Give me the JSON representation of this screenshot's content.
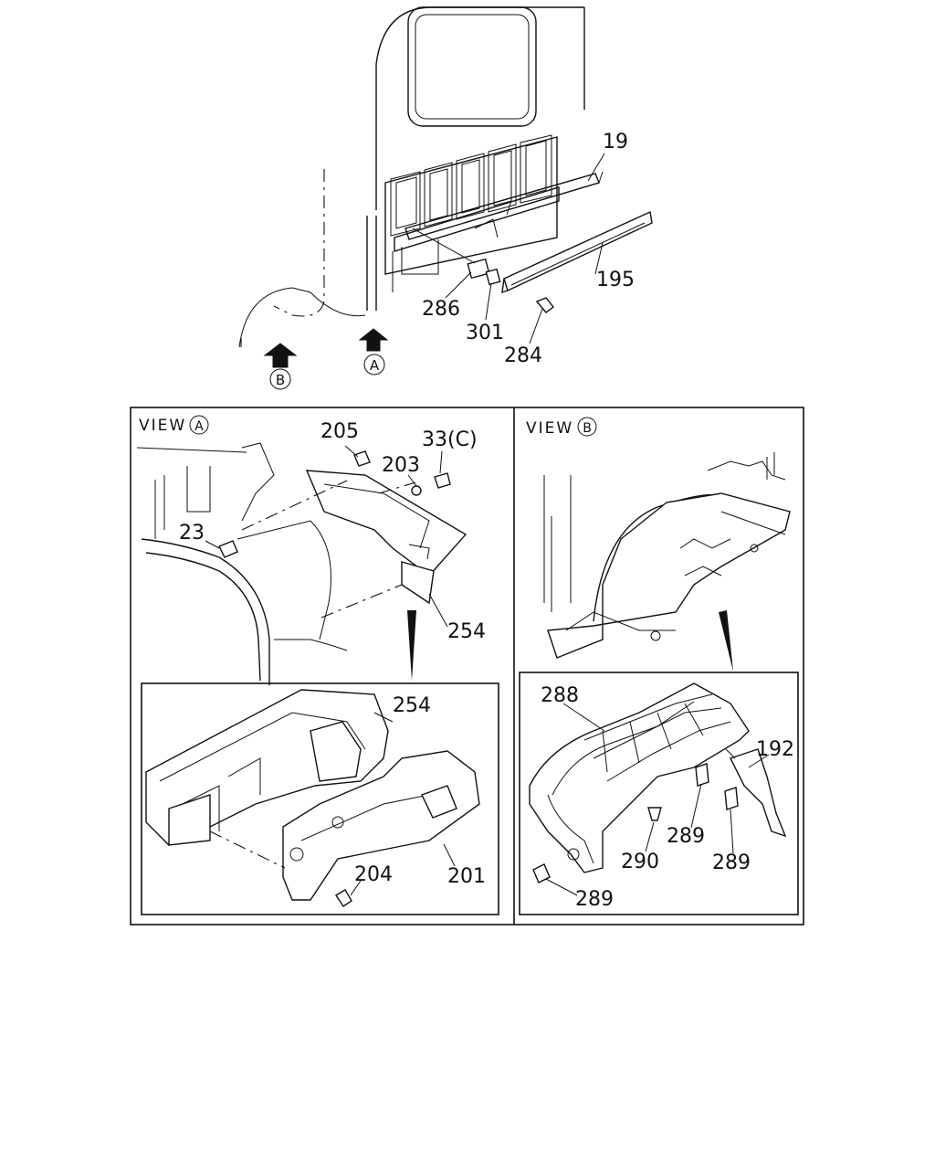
{
  "top_view": {
    "callouts": {
      "p19": "19",
      "p195": "195",
      "p286": "286",
      "p301": "301",
      "p284": "284"
    },
    "arrow_a": "A",
    "arrow_b": "B"
  },
  "view_a": {
    "title": "VIEW",
    "mark": "A",
    "callouts": {
      "p205": "205",
      "p203": "203",
      "p33c": "33(C)",
      "p23": "23",
      "p254_upper": "254",
      "p254_lower": "254",
      "p204": "204",
      "p201": "201"
    }
  },
  "view_b": {
    "title": "VIEW",
    "mark": "B",
    "callouts": {
      "p288": "288",
      "p192": "192",
      "p289_a": "289",
      "p289_b": "289",
      "p290": "290",
      "p289_c": "289"
    }
  }
}
